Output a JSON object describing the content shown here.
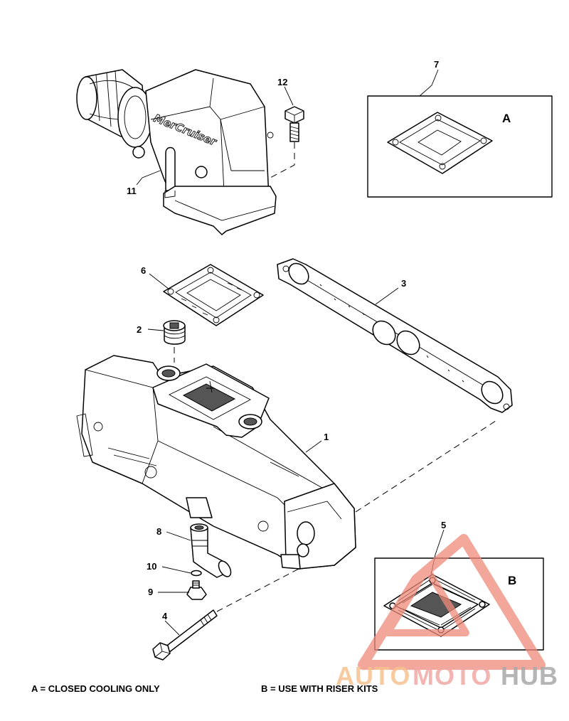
{
  "callouts": {
    "c1": "1",
    "c2": "2",
    "c3": "3",
    "c4": "4",
    "c5": "5",
    "c6": "6",
    "c7": "7",
    "c8": "8",
    "c9": "9",
    "c10": "10",
    "c11": "11",
    "c12": "12"
  },
  "boxes": {
    "a": {
      "letter": "A"
    },
    "b": {
      "letter": "B"
    }
  },
  "brand": {
    "text": "MerCruiser"
  },
  "notes": {
    "a": "A = CLOSED COOLING ONLY",
    "b": "B = USE WITH RISER KITS"
  },
  "watermark": {
    "part1": "AUTO",
    "part2": "MOTO",
    "part3": "HUB",
    "colors": {
      "part1": "#f6c28f",
      "part2": "#f2a9a4",
      "part3": "#a9a9a9",
      "triangle": "#f08a7a"
    }
  }
}
